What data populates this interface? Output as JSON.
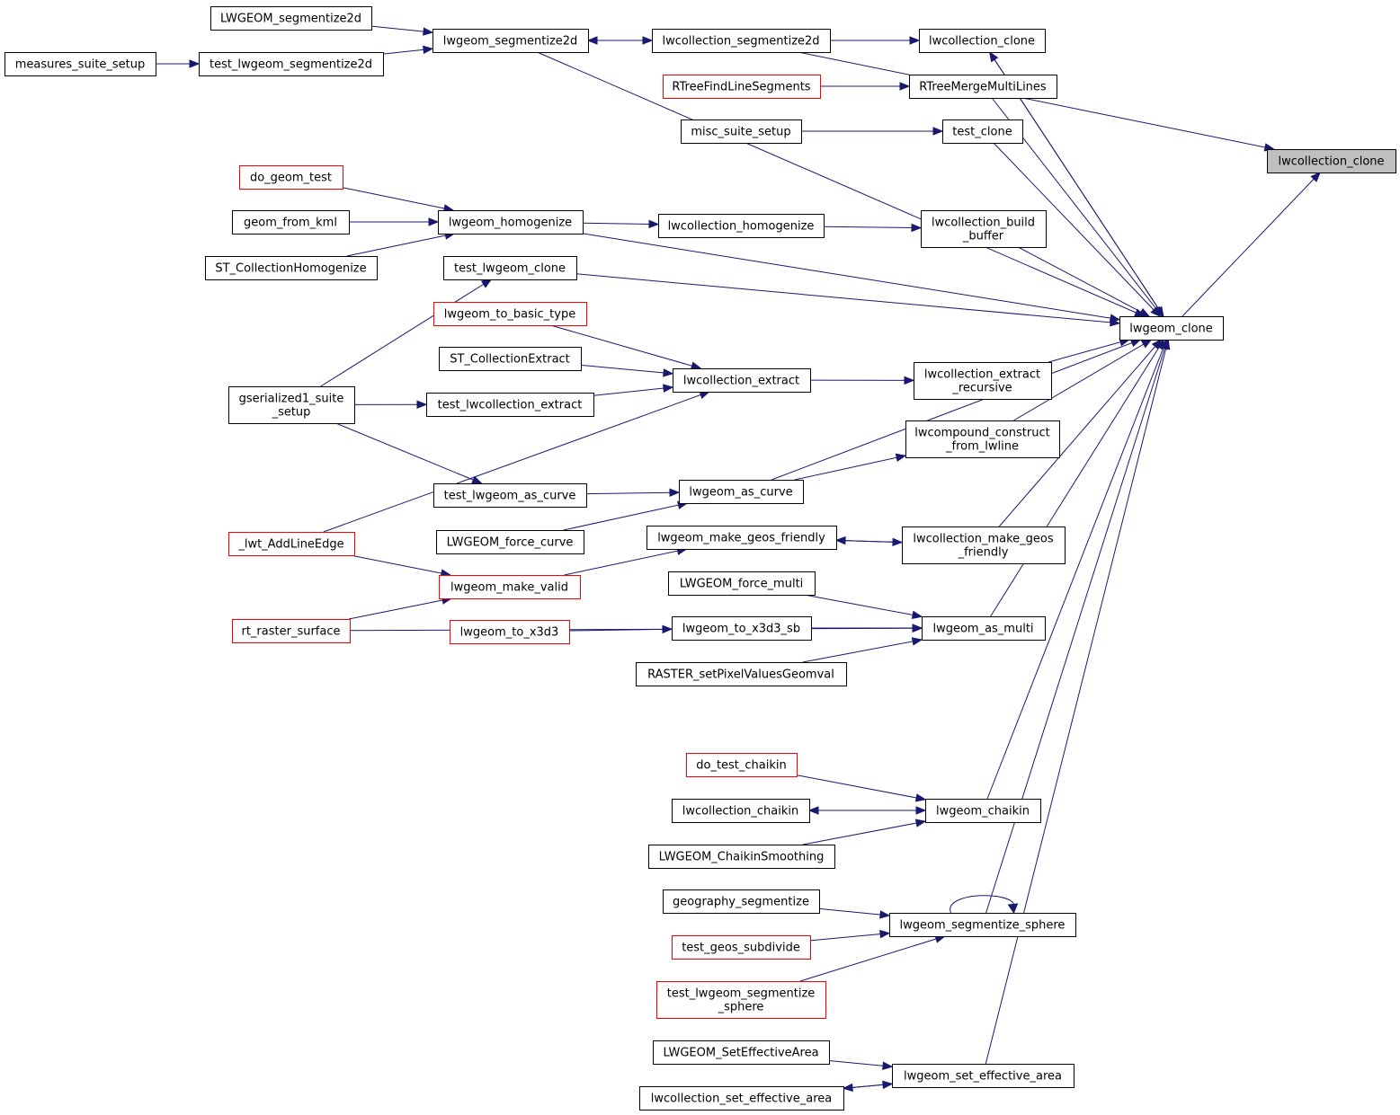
{
  "graph": {
    "type": "call-graph",
    "focus": "lwcollection_clone",
    "colors": {
      "edge": "#191970",
      "normal_border": "#000000",
      "truncated_border": "#ff0000",
      "focus_fill": "#bfbfbf"
    },
    "nodes": {
      "lwcollection_clone": {
        "lines": [
          "lwcollection_clone"
        ],
        "style": "focus"
      },
      "lwgeom_clone": {
        "lines": [
          "lwgeom_clone"
        ],
        "style": "normal"
      },
      "lwcollection_clone_2": {
        "lines": [
          "lwcollection_clone"
        ],
        "style": "normal"
      },
      "lwcollection_segmentize2d": {
        "lines": [
          "lwcollection_segmentize2d"
        ],
        "style": "normal"
      },
      "lwgeom_segmentize2d": {
        "lines": [
          "lwgeom_segmentize2d"
        ],
        "style": "normal"
      },
      "LWGEOM_segmentize2d": {
        "lines": [
          "LWGEOM_segmentize2d"
        ],
        "style": "normal"
      },
      "test_lwgeom_segmentize2d": {
        "lines": [
          "test_lwgeom_segmentize2d"
        ],
        "style": "normal"
      },
      "measures_suite_setup": {
        "lines": [
          "measures_suite_setup"
        ],
        "style": "normal"
      },
      "RTreeMergeMultiLines": {
        "lines": [
          "RTreeMergeMultiLines"
        ],
        "style": "normal"
      },
      "RTreeFindLineSegments": {
        "lines": [
          "RTreeFindLineSegments"
        ],
        "style": "red"
      },
      "test_clone": {
        "lines": [
          "test_clone"
        ],
        "style": "normal"
      },
      "misc_suite_setup": {
        "lines": [
          "misc_suite_setup"
        ],
        "style": "normal"
      },
      "do_geom_test": {
        "lines": [
          "do_geom_test"
        ],
        "style": "red"
      },
      "geom_from_kml": {
        "lines": [
          "geom_from_kml"
        ],
        "style": "normal"
      },
      "ST_CollectionHomogenize": {
        "lines": [
          "ST_CollectionHomogenize"
        ],
        "style": "normal"
      },
      "lwgeom_homogenize": {
        "lines": [
          "lwgeom_homogenize"
        ],
        "style": "normal"
      },
      "lwcollection_homogenize": {
        "lines": [
          "lwcollection_homogenize"
        ],
        "style": "normal"
      },
      "lwcollection_build_buffer": {
        "lines": [
          "lwcollection_build",
          "_buffer"
        ],
        "style": "normal"
      },
      "test_lwgeom_clone": {
        "lines": [
          "test_lwgeom_clone"
        ],
        "style": "normal"
      },
      "lwgeom_to_basic_type": {
        "lines": [
          "lwgeom_to_basic_type"
        ],
        "style": "red"
      },
      "ST_CollectionExtract": {
        "lines": [
          "ST_CollectionExtract"
        ],
        "style": "normal"
      },
      "lwcollection_extract": {
        "lines": [
          "lwcollection_extract"
        ],
        "style": "normal"
      },
      "lwcollection_extract_recursive": {
        "lines": [
          "lwcollection_extract",
          "_recursive"
        ],
        "style": "normal"
      },
      "gserialized1_suite_setup": {
        "lines": [
          "gserialized1_suite",
          "_setup"
        ],
        "style": "normal"
      },
      "test_lwcollection_extract": {
        "lines": [
          "test_lwcollection_extract"
        ],
        "style": "normal"
      },
      "lwcompound_construct_from_lwline": {
        "lines": [
          "lwcompound_construct",
          "_from_lwline"
        ],
        "style": "normal"
      },
      "test_lwgeom_as_curve": {
        "lines": [
          "test_lwgeom_as_curve"
        ],
        "style": "normal"
      },
      "lwgeom_as_curve": {
        "lines": [
          "lwgeom_as_curve"
        ],
        "style": "normal"
      },
      "_lwt_AddLineEdge": {
        "lines": [
          "_lwt_AddLineEdge"
        ],
        "style": "red"
      },
      "LWGEOM_force_curve": {
        "lines": [
          "LWGEOM_force_curve"
        ],
        "style": "normal"
      },
      "lwgeom_make_geos_friendly": {
        "lines": [
          "lwgeom_make_geos_friendly"
        ],
        "style": "normal"
      },
      "lwcollection_make_geos_friendly": {
        "lines": [
          "lwcollection_make_geos",
          "_friendly"
        ],
        "style": "normal"
      },
      "lwgeom_make_valid": {
        "lines": [
          "lwgeom_make_valid"
        ],
        "style": "red"
      },
      "LWGEOM_force_multi": {
        "lines": [
          "LWGEOM_force_multi"
        ],
        "style": "normal"
      },
      "rt_raster_surface": {
        "lines": [
          "rt_raster_surface"
        ],
        "style": "red"
      },
      "lwgeom_to_x3d3": {
        "lines": [
          "lwgeom_to_x3d3"
        ],
        "style": "red"
      },
      "lwgeom_to_x3d3_sb": {
        "lines": [
          "lwgeom_to_x3d3_sb"
        ],
        "style": "normal"
      },
      "lwgeom_as_multi": {
        "lines": [
          "lwgeom_as_multi"
        ],
        "style": "normal"
      },
      "RASTER_setPixelValuesGeomval": {
        "lines": [
          "RASTER_setPixelValuesGeomval"
        ],
        "style": "normal"
      },
      "do_test_chaikin": {
        "lines": [
          "do_test_chaikin"
        ],
        "style": "red"
      },
      "lwcollection_chaikin": {
        "lines": [
          "lwcollection_chaikin"
        ],
        "style": "normal"
      },
      "lwgeom_chaikin": {
        "lines": [
          "lwgeom_chaikin"
        ],
        "style": "normal"
      },
      "LWGEOM_ChaikinSmoothing": {
        "lines": [
          "LWGEOM_ChaikinSmoothing"
        ],
        "style": "normal"
      },
      "geography_segmentize": {
        "lines": [
          "geography_segmentize"
        ],
        "style": "normal"
      },
      "lwgeom_segmentize_sphere": {
        "lines": [
          "lwgeom_segmentize_sphere"
        ],
        "style": "normal"
      },
      "test_geos_subdivide": {
        "lines": [
          "test_geos_subdivide"
        ],
        "style": "red"
      },
      "test_lwgeom_segmentize_sphere": {
        "lines": [
          "test_lwgeom_segmentize",
          "_sphere"
        ],
        "style": "red"
      },
      "LWGEOM_SetEffectiveArea": {
        "lines": [
          "LWGEOM_SetEffectiveArea"
        ],
        "style": "normal"
      },
      "lwgeom_set_effective_area": {
        "lines": [
          "lwgeom_set_effective_area"
        ],
        "style": "normal"
      },
      "lwcollection_set_effective_area": {
        "lines": [
          "lwcollection_set_effective_area"
        ],
        "style": "normal"
      }
    },
    "edges": [
      [
        "lwgeom_clone",
        "lwcollection_clone"
      ],
      [
        "lwcollection_segmentize2d",
        "lwcollection_clone"
      ],
      [
        "lwcollection_segmentize2d",
        "lwcollection_clone_2"
      ],
      [
        "lwgeom_segmentize2d",
        "lwcollection_segmentize2d"
      ],
      [
        "lwcollection_segmentize2d",
        "lwgeom_segmentize2d"
      ],
      [
        "LWGEOM_segmentize2d",
        "lwgeom_segmentize2d"
      ],
      [
        "test_lwgeom_segmentize2d",
        "lwgeom_segmentize2d"
      ],
      [
        "measures_suite_setup",
        "test_lwgeom_segmentize2d"
      ],
      [
        "lwgeom_clone",
        "lwcollection_clone_2"
      ],
      [
        "lwcollection_clone_2",
        "lwgeom_clone"
      ],
      [
        "lwgeom_segmentize2d",
        "lwgeom_clone"
      ],
      [
        "RTreeFindLineSegments",
        "RTreeMergeMultiLines"
      ],
      [
        "RTreeMergeMultiLines",
        "lwgeom_clone"
      ],
      [
        "misc_suite_setup",
        "test_clone"
      ],
      [
        "test_clone",
        "lwgeom_clone"
      ],
      [
        "do_geom_test",
        "lwgeom_homogenize"
      ],
      [
        "geom_from_kml",
        "lwgeom_homogenize"
      ],
      [
        "ST_CollectionHomogenize",
        "lwgeom_homogenize"
      ],
      [
        "lwgeom_homogenize",
        "lwcollection_homogenize"
      ],
      [
        "lwcollection_homogenize",
        "lwcollection_build_buffer"
      ],
      [
        "lwcollection_build_buffer",
        "lwgeom_clone"
      ],
      [
        "lwgeom_homogenize",
        "lwgeom_clone"
      ],
      [
        "test_lwgeom_clone",
        "lwgeom_clone"
      ],
      [
        "gserialized1_suite_setup",
        "test_lwgeom_clone"
      ],
      [
        "lwgeom_to_basic_type",
        "lwcollection_extract"
      ],
      [
        "ST_CollectionExtract",
        "lwcollection_extract"
      ],
      [
        "test_lwcollection_extract",
        "lwcollection_extract"
      ],
      [
        "_lwt_AddLineEdge",
        "lwcollection_extract"
      ],
      [
        "gserialized1_suite_setup",
        "test_lwcollection_extract"
      ],
      [
        "lwcollection_extract",
        "lwcollection_extract_recursive"
      ],
      [
        "lwcollection_extract_recursive",
        "lwgeom_clone"
      ],
      [
        "lwgeom_as_curve",
        "lwcompound_construct_from_lwline"
      ],
      [
        "lwcompound_construct_from_lwline",
        "lwgeom_clone"
      ],
      [
        "gserialized1_suite_setup",
        "test_lwgeom_as_curve"
      ],
      [
        "test_lwgeom_as_curve",
        "lwgeom_as_curve"
      ],
      [
        "LWGEOM_force_curve",
        "lwgeom_as_curve"
      ],
      [
        "lwgeom_as_curve",
        "lwgeom_clone"
      ],
      [
        "lwgeom_make_geos_friendly",
        "lwcollection_make_geos_friendly"
      ],
      [
        "lwcollection_make_geos_friendly",
        "lwgeom_make_geos_friendly"
      ],
      [
        "lwgeom_make_valid",
        "lwgeom_make_geos_friendly"
      ],
      [
        "_lwt_AddLineEdge",
        "lwgeom_make_valid"
      ],
      [
        "rt_raster_surface",
        "lwgeom_make_valid"
      ],
      [
        "lwcollection_make_geos_friendly",
        "lwgeom_clone"
      ],
      [
        "LWGEOM_force_multi",
        "lwgeom_as_multi"
      ],
      [
        "lwgeom_to_x3d3_sb",
        "lwgeom_as_multi"
      ],
      [
        "lwgeom_to_x3d3",
        "lwgeom_to_x3d3_sb"
      ],
      [
        "RASTER_setPixelValuesGeomval",
        "lwgeom_as_multi"
      ],
      [
        "rt_raster_surface",
        "lwgeom_as_multi"
      ],
      [
        "lwgeom_as_multi",
        "lwgeom_clone"
      ],
      [
        "do_test_chaikin",
        "lwgeom_chaikin"
      ],
      [
        "lwgeom_chaikin",
        "lwcollection_chaikin"
      ],
      [
        "lwcollection_chaikin",
        "lwgeom_chaikin"
      ],
      [
        "LWGEOM_ChaikinSmoothing",
        "lwgeom_chaikin"
      ],
      [
        "lwgeom_chaikin",
        "lwgeom_clone"
      ],
      [
        "geography_segmentize",
        "lwgeom_segmentize_sphere"
      ],
      [
        "test_geos_subdivide",
        "lwgeom_segmentize_sphere"
      ],
      [
        "test_lwgeom_segmentize_sphere",
        "lwgeom_segmentize_sphere"
      ],
      [
        "lwgeom_segmentize_sphere",
        "lwgeom_segmentize_sphere"
      ],
      [
        "lwgeom_segmentize_sphere",
        "lwgeom_clone"
      ],
      [
        "LWGEOM_SetEffectiveArea",
        "lwgeom_set_effective_area"
      ],
      [
        "lwgeom_set_effective_area",
        "lwcollection_set_effective_area"
      ],
      [
        "lwcollection_set_effective_area",
        "lwgeom_set_effective_area"
      ],
      [
        "lwgeom_set_effective_area",
        "lwgeom_clone"
      ]
    ]
  }
}
